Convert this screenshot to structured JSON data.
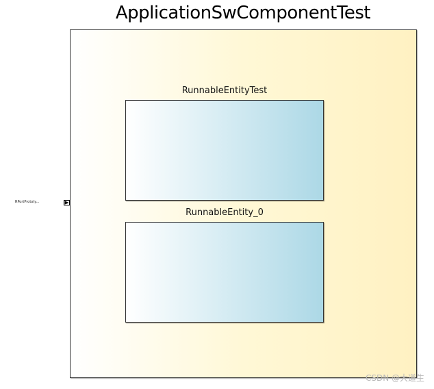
{
  "component": {
    "title": "ApplicationSwComponentTest"
  },
  "runnables": [
    {
      "title": "RunnableEntityTest"
    },
    {
      "title": "RunnableEntity_0"
    }
  ],
  "port": {
    "label": "RPortPrototy..."
  },
  "watermark": {
    "text": "CSDN @大道生"
  },
  "colors": {
    "component_fill_end": "#fff1c2",
    "runnable_fill_end": "#acd8e6",
    "border": "#333333"
  }
}
